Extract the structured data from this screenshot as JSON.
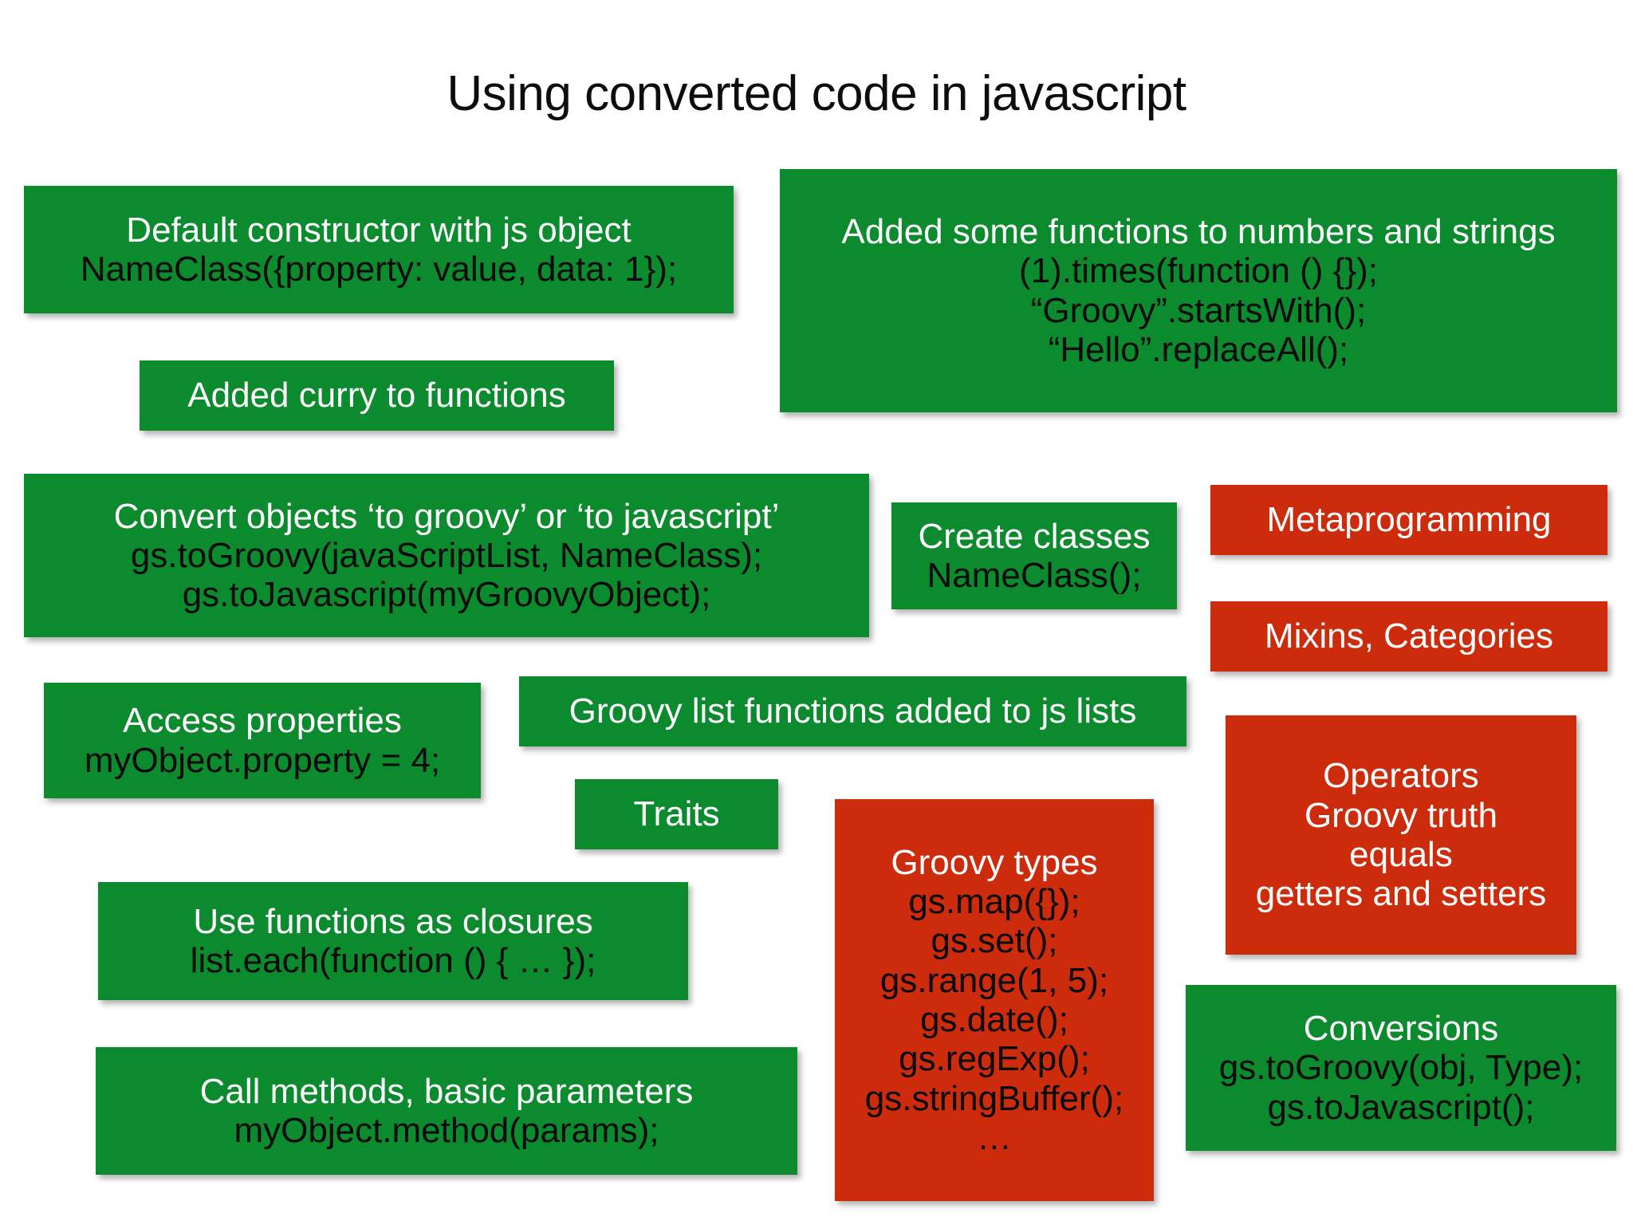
{
  "slide": {
    "title": "Using converted code in javascript",
    "background_color": "#ffffff",
    "green_color": "#0b8a2e",
    "red_color": "#cc2c0c",
    "heading_text_color": "#ffffff",
    "code_text_color": "#0a0a0a"
  },
  "boxes": [
    {
      "id": "default-constructor",
      "color": "green",
      "lines": [
        {
          "text": "Default constructor with js object",
          "style": "head"
        },
        {
          "text": "NameClass({property: value, data: 1});",
          "style": "code"
        }
      ]
    },
    {
      "id": "added-functions",
      "color": "green",
      "lines": [
        {
          "text": "Added some functions to numbers and strings",
          "style": "head"
        },
        {
          "text": "(1).times(function () {});",
          "style": "code"
        },
        {
          "text": "“Groovy”.startsWith();",
          "style": "code"
        },
        {
          "text": "“Hello”.replaceAll();",
          "style": "code"
        }
      ]
    },
    {
      "id": "added-curry",
      "color": "green",
      "lines": [
        {
          "text": "Added curry to functions",
          "style": "head"
        }
      ]
    },
    {
      "id": "convert-objects",
      "color": "green",
      "lines": [
        {
          "text": "Convert objects ‘to groovy’ or ‘to javascript’",
          "style": "head"
        },
        {
          "text": "gs.toGroovy(javaScriptList, NameClass);",
          "style": "code"
        },
        {
          "text": "gs.toJavascript(myGroovyObject);",
          "style": "code"
        }
      ]
    },
    {
      "id": "create-classes",
      "color": "green",
      "lines": [
        {
          "text": "Create classes",
          "style": "head"
        },
        {
          "text": "NameClass();",
          "style": "code"
        }
      ]
    },
    {
      "id": "metaprogramming",
      "color": "red",
      "lines": [
        {
          "text": "Metaprogramming",
          "style": "head-light"
        }
      ]
    },
    {
      "id": "mixins-categories",
      "color": "red",
      "lines": [
        {
          "text": "Mixins, Categories",
          "style": "head-light"
        }
      ]
    },
    {
      "id": "access-properties",
      "color": "green",
      "lines": [
        {
          "text": "Access properties",
          "style": "head"
        },
        {
          "text": "myObject.property = 4;",
          "style": "code"
        }
      ]
    },
    {
      "id": "groovy-list-functions",
      "color": "green",
      "lines": [
        {
          "text": "Groovy list functions added to js lists",
          "style": "head"
        }
      ]
    },
    {
      "id": "operators",
      "color": "red",
      "lines": [
        {
          "text": "Operators",
          "style": "head-light"
        },
        {
          "text": "Groovy truth",
          "style": "head-light"
        },
        {
          "text": "equals",
          "style": "head-light"
        },
        {
          "text": "getters and setters",
          "style": "head-light"
        }
      ]
    },
    {
      "id": "traits",
      "color": "green",
      "lines": [
        {
          "text": "Traits",
          "style": "head"
        }
      ]
    },
    {
      "id": "groovy-types",
      "color": "red",
      "lines": [
        {
          "text": "Groovy types",
          "style": "head-light"
        },
        {
          "text": "gs.map({});",
          "style": "code"
        },
        {
          "text": "gs.set();",
          "style": "code"
        },
        {
          "text": "gs.range(1, 5);",
          "style": "code"
        },
        {
          "text": "gs.date();",
          "style": "code"
        },
        {
          "text": "gs.regExp();",
          "style": "code"
        },
        {
          "text": "gs.stringBuffer();",
          "style": "code"
        },
        {
          "text": "…",
          "style": "code"
        }
      ]
    },
    {
      "id": "use-functions-closures",
      "color": "green",
      "lines": [
        {
          "text": "Use functions as closures",
          "style": "head"
        },
        {
          "text": "list.each(function () { … });",
          "style": "code"
        }
      ]
    },
    {
      "id": "conversions",
      "color": "green",
      "lines": [
        {
          "text": "Conversions",
          "style": "head"
        },
        {
          "text": "gs.toGroovy(obj, Type);",
          "style": "code"
        },
        {
          "text": "gs.toJavascript();",
          "style": "code"
        }
      ]
    },
    {
      "id": "call-methods",
      "color": "green",
      "lines": [
        {
          "text": "Call methods, basic parameters",
          "style": "head"
        },
        {
          "text": "myObject.method(params);",
          "style": "code"
        }
      ]
    }
  ]
}
